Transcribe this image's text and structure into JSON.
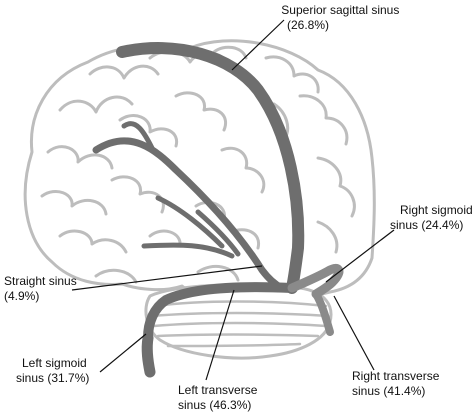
{
  "diagram": {
    "labels": {
      "superior_sagittal": {
        "line1": "Superior sagittal sinus",
        "line2": "(26.8%)"
      },
      "right_sigmoid": {
        "line1": "Right sigmoid",
        "line2": "sinus (24.4%)"
      },
      "straight": {
        "line1": "Straight sinus",
        "line2": "(4.9%)"
      },
      "left_sigmoid": {
        "line1": "Left sigmoid",
        "line2": "sinus (31.7%)"
      },
      "left_transverse": {
        "line1": "Left transverse",
        "line2": "sinus (46.3%)"
      },
      "right_transverse": {
        "line1": "Right transverse",
        "line2": "sinus (41.4%)"
      }
    },
    "colors": {
      "brain_outline": "#bdbdbd",
      "brain_fill": "#ffffff",
      "sinus": "#6e6e6e",
      "sinus_edge": "#4a4a4a",
      "leader_line": "#111111",
      "text": "#111111"
    }
  }
}
